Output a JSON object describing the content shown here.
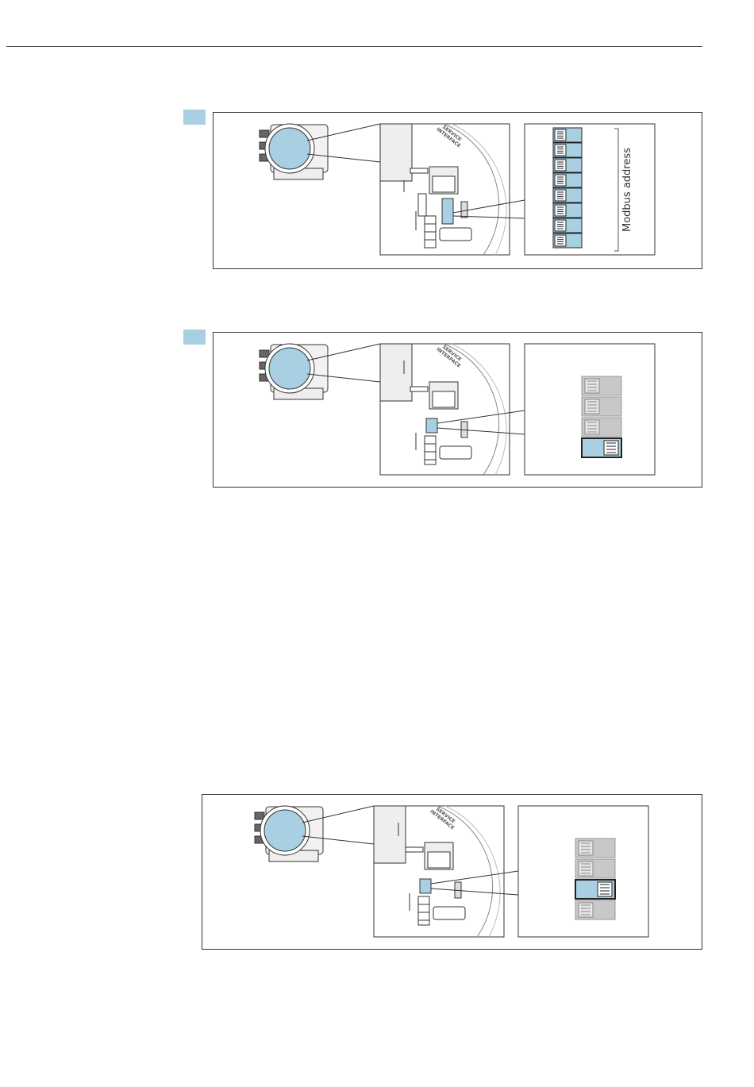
{
  "figure1": {
    "service_label_line1": "SERVICE",
    "service_label_line2": "INTERFACE",
    "dip_label": "Modbus address",
    "dip_count": 8
  },
  "figure2": {
    "service_label_line1": "SERVICE",
    "service_label_line2": "INTERFACE",
    "dip_count": 4,
    "dip_active_index": 3
  },
  "figure3": {
    "service_label_line1": "SERVICE",
    "service_label_line2": "INTERFACE",
    "dip_count": 4,
    "dip_active_index": 2
  },
  "colors": {
    "highlight": "#a9cfe3",
    "switch_off": "#c8c8c8",
    "border": "#333333"
  }
}
